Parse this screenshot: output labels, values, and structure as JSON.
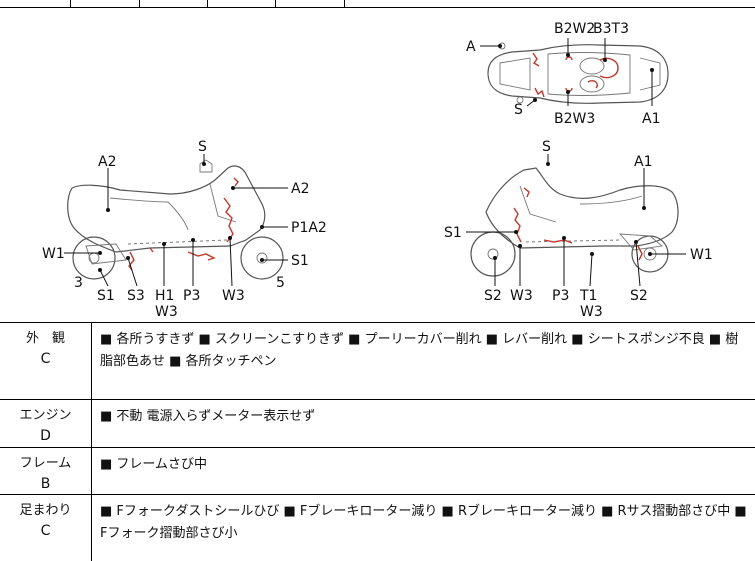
{
  "diagram": {
    "top_view_labels": {
      "a": "A",
      "b2w2": "B2W2",
      "b3t3": "B3T3",
      "s": "S",
      "b2w3": "B2W3",
      "a1": "A1"
    },
    "left_view_labels": {
      "a2_top": "A2",
      "s": "S",
      "a2_right": "A2",
      "p1a2": "P1A2",
      "w1": "W1",
      "s1_right": "S1",
      "num3": "3",
      "num5": "5",
      "s1_bottom": "S1",
      "s3": "S3",
      "h1": "H1",
      "w3_under": "W3",
      "p3": "P3",
      "w3": "W3"
    },
    "right_view_labels": {
      "s": "S",
      "a1": "A1",
      "s1": "S1",
      "w1": "W1",
      "s2_left": "S2",
      "w3": "W3",
      "p3": "P3",
      "t1": "T1",
      "w3_under": "W3",
      "s2_right": "S2"
    },
    "icons": {
      "bullet": "■",
      "bullet_color": "#000000",
      "damage_color": "#c0392b"
    }
  },
  "table": {
    "rows": [
      {
        "title": "外　観",
        "grade": "C",
        "text": "■ 各所うすきず ■ スクリーンこすりきず ■ プーリーカバー削れ ■ レバー削れ ■ シートスポンジ不良 ■ 樹脂部色あせ ■ 各所タッチペン"
      },
      {
        "title": "エンジン",
        "grade": "D",
        "text": "■ 不動 電源入らずメーター表示せず"
      },
      {
        "title": "フレーム",
        "grade": "B",
        "text": "■ フレームさび中"
      },
      {
        "title": "足まわり",
        "grade": "C",
        "text": "■ Fフォークダストシールひび ■ Fブレーキローター減り ■ Rブレーキローター減り ■ Rサス摺動部さび中 ■ Fフォーク摺動部さび小"
      }
    ]
  }
}
